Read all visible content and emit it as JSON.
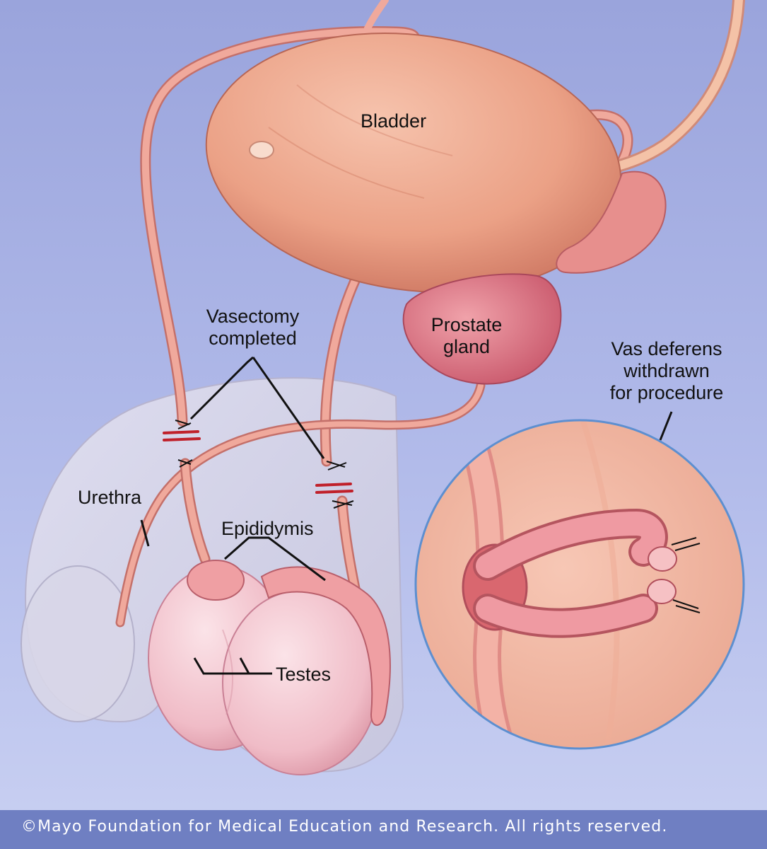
{
  "labels": {
    "bladder": "Bladder",
    "prostate_line1": "Prostate",
    "prostate_line2": "gland",
    "vasectomy_line1": "Vasectomy",
    "vasectomy_line2": "completed",
    "urethra": "Urethra",
    "epididymis": "Epididymis",
    "testes": "Testes",
    "vas_line1": "Vas deferens",
    "vas_line2": "withdrawn",
    "vas_line3": "for procedure"
  },
  "footer": {
    "copyright": "©Mayo Foundation for Medical Education and Research.  All rights reserved."
  },
  "colors": {
    "background_top": "#9aa4dc",
    "background_bottom": "#c7cff2",
    "footer_band": "#6f7fc2",
    "bladder": "#e89a83",
    "prostate": "#d8717e",
    "tube": "#eea59a",
    "testes": "#f2c2cc",
    "inset_border": "#5d8fd0"
  }
}
